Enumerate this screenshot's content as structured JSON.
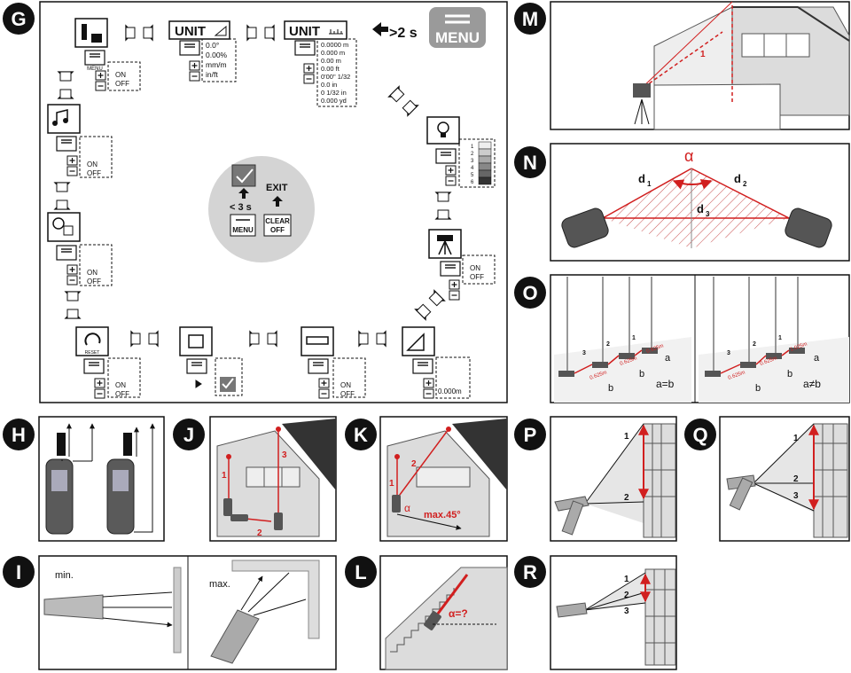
{
  "panels": {
    "G": "G",
    "H": "H",
    "I": "I",
    "J": "J",
    "K": "K",
    "L": "L",
    "M": "M",
    "N": "N",
    "O": "O",
    "P": "P",
    "Q": "Q",
    "R": "R"
  },
  "menu_flow": {
    "menu_button": "MENU",
    "unit_label": "UNIT",
    "hold_time": ">2 s",
    "confirm_time": "< 3 s",
    "exit_label": "EXIT",
    "clear_top": "CLEAR",
    "clear_bottom": "OFF",
    "reset_label": "RESET",
    "on_label": "ON",
    "off_label": "OFF",
    "angle_units": [
      "0.0°",
      "0.00%",
      "mm/m",
      "in/ft"
    ],
    "distance_units": [
      "0.0000 m",
      "0.000 m",
      "0.00 m",
      "0.00 ft",
      "0'00\" 1/32",
      "0.0 in",
      "0 1/32 in",
      "0.000 yd"
    ],
    "brightness_levels": [
      "1",
      "2",
      "3",
      "4",
      "5",
      "6"
    ],
    "offset_value": "0.000m",
    "plus": "+",
    "minus": "−"
  },
  "labels": {
    "min": "min.",
    "max": "max.",
    "alpha": "α",
    "max45": "max.45°",
    "alpha_q": "α=?",
    "d1": "d",
    "d1_sub": "1",
    "d2": "d",
    "d2_sub": "2",
    "d3": "d",
    "d3_sub": "3",
    "a_eq_b": "a=b",
    "a_neq_b": "a≠b",
    "a": "a",
    "b": "b",
    "dim_0625": "0.625m",
    "dim_1025": "1.025m",
    "n1": "1",
    "n2": "2",
    "n3": "3"
  },
  "colors": {
    "accent": "#d11f1f",
    "circle": "#111111",
    "grey_disc": "#d4d4d4",
    "wall": "#dcdcdc"
  }
}
